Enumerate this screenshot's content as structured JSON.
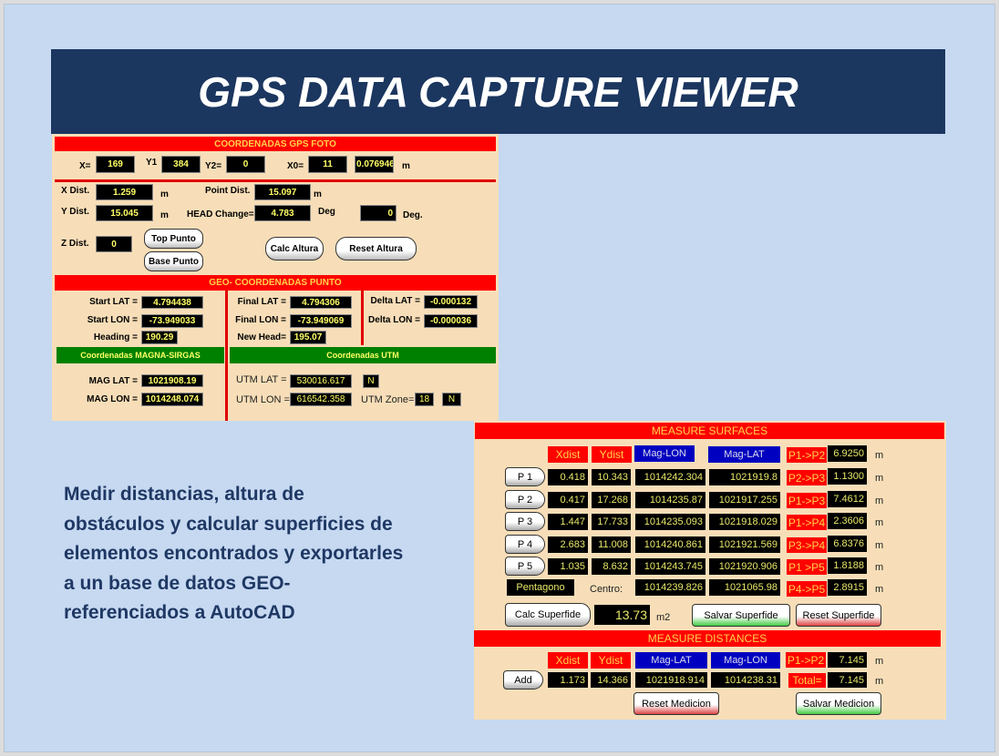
{
  "title": "GPS DATA CAPTURE VIEWER",
  "description": [
    "Medir distancias, altura de",
    "obstáculos  y calcular superficies de",
    "elementos encontrados y exportarles",
    "a un base de datos GEO-",
    "referenciados a AutoCAD"
  ],
  "gps_foto": {
    "header": "COORDENADAS GPS FOTO",
    "x_label": "X=",
    "x": "169",
    "y1_label": "Y1",
    "y1": "384",
    "y2_label": "Y2=",
    "y2": "0",
    "x0_label": "X0=",
    "x0": "11",
    "scale": "0.076946",
    "scale_unit": "m",
    "xdist_label": "X Dist.",
    "xdist": "1.259",
    "ydist_label": "Y Dist.",
    "ydist": "15.045",
    "zdist_label": "Z Dist.",
    "zdist": "0",
    "unit_m": "m",
    "point_dist_label": "Point Dist.",
    "point_dist": "15.097",
    "head_change_label": "HEAD Change=",
    "head_change": "4.783",
    "deg_label": "Deg",
    "deg2": "0",
    "deg2_label": "Deg.",
    "top_punto": "Top Punto",
    "base_punto": "Base Punto",
    "calc_altura": "Calc Altura",
    "reset_altura": "Reset Altura"
  },
  "geo": {
    "header": "GEO- COORDENADAS PUNTO",
    "start_lat_label": "Start LAT =",
    "start_lat": "4.794438",
    "start_lon_label": "Start LON =",
    "start_lon": "-73.949033",
    "heading_label": "Heading =",
    "heading": "190.29",
    "final_lat_label": "Final LAT =",
    "final_lat": "4.794306",
    "final_lon_label": "Final LON =",
    "final_lon": "-73.949069",
    "new_head_label": "New Head=",
    "new_head": "195.07",
    "delta_lat_label": "Delta LAT =",
    "delta_lat": "-0.000132",
    "delta_lon_label": "Delta LON =",
    "delta_lon": "-0.000036",
    "magna_header": "Coordenadas MAGNA-SIRGAS",
    "utm_header": "Coordenadas UTM",
    "mag_lat_label": "MAG LAT =",
    "mag_lat": "1021908.19",
    "mag_lon_label": "MAG LON =",
    "mag_lon": "1014248.074",
    "utm_lat_label": "UTM LAT =",
    "utm_lat": "530016.617",
    "utm_lat_hem": "N",
    "utm_lon_label": "UTM LON =",
    "utm_lon": "616542.358",
    "utm_zone_label": "UTM Zone=",
    "utm_zone": "18",
    "utm_zone_hem": "N"
  },
  "surfaces": {
    "header": "MEASURE SURFACES",
    "columns": [
      "Xdist",
      "Ydist",
      "Mag-LON",
      "Mag-LAT"
    ],
    "rows": [
      {
        "point": "P 1",
        "xdist": "0.418",
        "ydist": "10.343",
        "mag_lon": "1014242.304",
        "mag_lat": "1021919.8"
      },
      {
        "point": "P 2",
        "xdist": "0.417",
        "ydist": "17.268",
        "mag_lon": "1014235.87",
        "mag_lat": "1021917.255"
      },
      {
        "point": "P 3",
        "xdist": "1.447",
        "ydist": "17.733",
        "mag_lon": "1014235.093",
        "mag_lat": "1021918.029"
      },
      {
        "point": "P 4",
        "xdist": "2.683",
        "ydist": "11.008",
        "mag_lon": "1014240.861",
        "mag_lat": "1021921.569"
      },
      {
        "point": "P 5",
        "xdist": "1.035",
        "ydist": "8.632",
        "mag_lon": "1014243.745",
        "mag_lat": "1021920.906"
      }
    ],
    "segments": [
      {
        "label": "P1->P2",
        "value": "6.9250"
      },
      {
        "label": "P2->P3",
        "value": "1.1300"
      },
      {
        "label": "P1->P3",
        "value": "7.4612"
      },
      {
        "label": "P1->P4",
        "value": "2.3606"
      },
      {
        "label": "P3->P4",
        "value": "6.8376"
      },
      {
        "label": "P1 >P5",
        "value": "1.8188"
      },
      {
        "label": "P4->P5",
        "value": "2.8915"
      }
    ],
    "unit": "m",
    "shape": "Pentagono",
    "center_label": "Centro:",
    "center_lon": "1014239.826",
    "center_lat": "1021065.98",
    "calc_button": "Calc Superfide",
    "area": "13.73",
    "area_unit": "m2",
    "save_button": "Salvar Superfide",
    "reset_button": "Reset Superfide"
  },
  "distances": {
    "header": "MEASURE DISTANCES",
    "columns": [
      "Xdist",
      "Ydist",
      "Mag-LAT",
      "Mag-LON"
    ],
    "seg_label": "P1->P2",
    "seg_value": "7.145",
    "unit": "m",
    "add_button": "Add",
    "xdist": "1.173",
    "ydist": "14.366",
    "mag_lat": "1021918.914",
    "mag_lon": "1014238.31",
    "total_label": "Total=",
    "total": "7.145",
    "reset_button": "Reset Medicion",
    "save_button": "Salvar Medicion"
  }
}
